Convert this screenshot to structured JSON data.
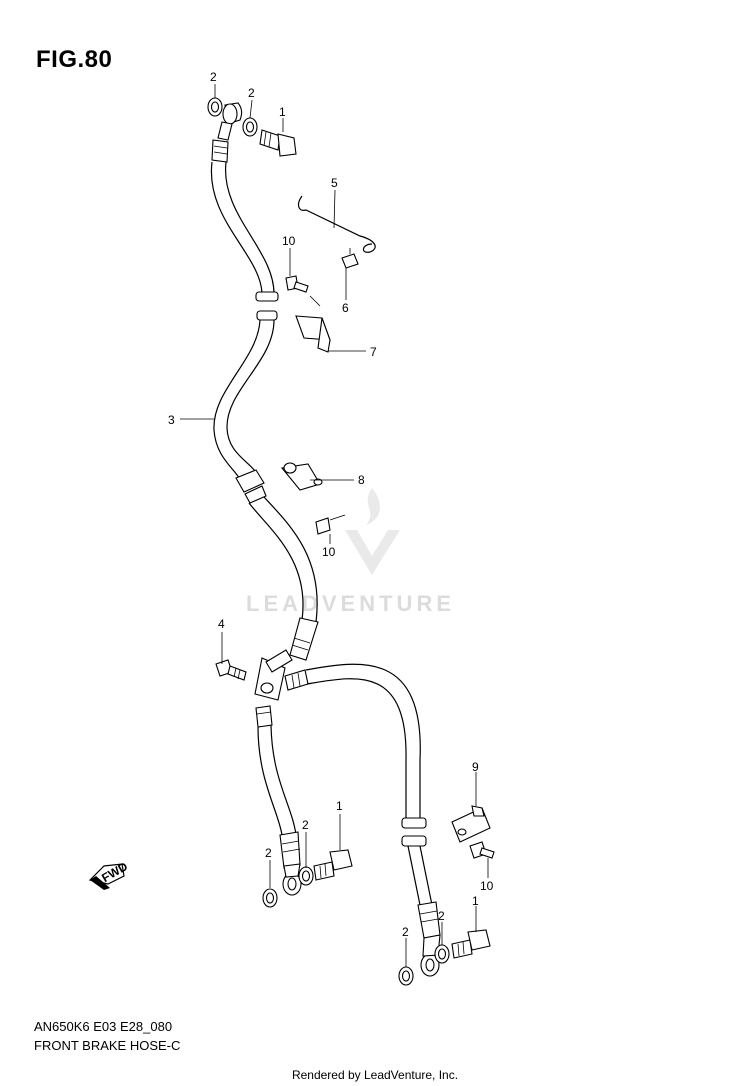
{
  "figure": {
    "title": "FIG.80",
    "model_code": "AN650K6 E03 E28_080",
    "name": "FRONT BRAKE HOSE-C",
    "rendered_by": "Rendered by LeadVenture, Inc.",
    "watermark": "LEADVENTURE"
  },
  "direction_marker": "FWD",
  "callouts": {
    "c1a": "2",
    "c1b": "2",
    "c1c": "1",
    "c5": "5",
    "c10a": "10",
    "c6": "6",
    "c7": "7",
    "c3": "3",
    "c8": "8",
    "c10b": "10",
    "c4": "4",
    "c1d": "1",
    "c2c": "2",
    "c2d": "2",
    "c9": "9",
    "c10c": "10",
    "c2e": "2",
    "c2f": "2",
    "c1e": "1"
  }
}
